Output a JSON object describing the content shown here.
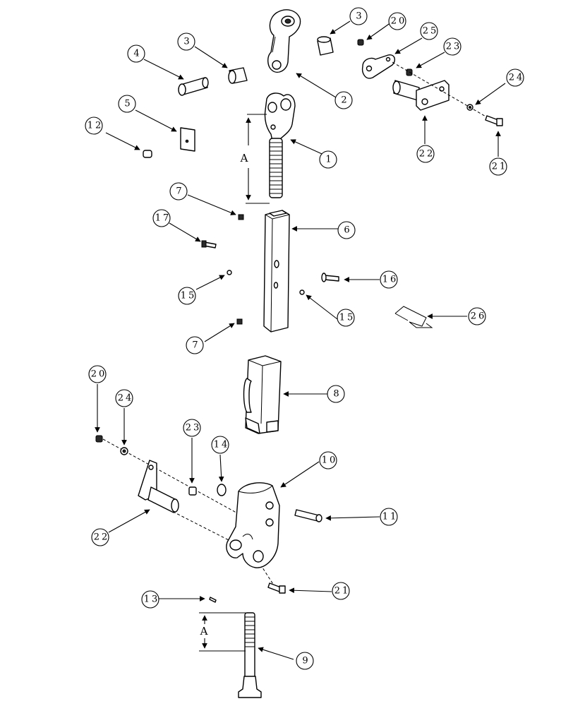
{
  "callouts": {
    "c1": "1",
    "c2": "2",
    "c3a": "3",
    "c3b": "3",
    "c4": "4",
    "c5": "5",
    "c6": "6",
    "c7a": "7",
    "c7b": "7",
    "c8": "8",
    "c9": "9",
    "c10": "10",
    "c11": "11",
    "c12": "12",
    "c13": "13",
    "c14": "14",
    "c15a": "15",
    "c15b": "15",
    "c16": "16",
    "c17": "17",
    "c20a": "20",
    "c20b": "20",
    "c21a": "21",
    "c21b": "21",
    "c22a": "22",
    "c22b": "22",
    "c23a": "23",
    "c23b": "23",
    "c24a": "24",
    "c24b": "24",
    "c25": "25",
    "c26": "26"
  },
  "dimensions": {
    "upper": "A",
    "lower": "A"
  }
}
